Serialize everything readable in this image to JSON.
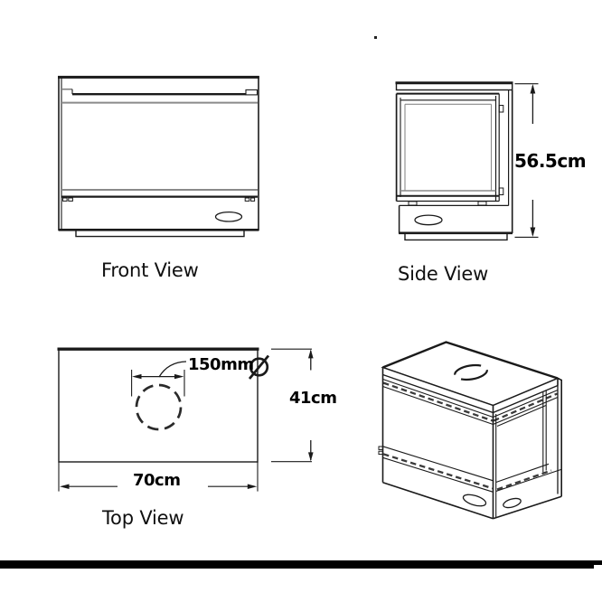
{
  "page": {
    "background_color": "#ffffff",
    "line_color": "#1a1a1a",
    "footer_bar_color": "#000000"
  },
  "views": {
    "front": {
      "label": "Front View"
    },
    "side": {
      "label": "Side View",
      "height": "56.5cm"
    },
    "top": {
      "label": "Top View",
      "flue_diameter": "150mm",
      "diameter_symbol": "Ø",
      "depth": "41cm",
      "width": "70cm"
    }
  }
}
